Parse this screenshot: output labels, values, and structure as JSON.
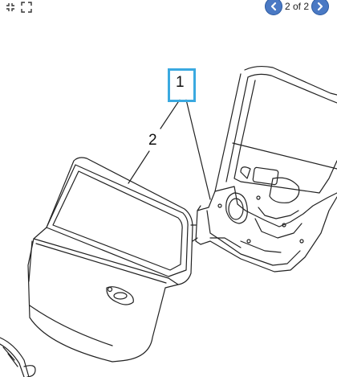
{
  "toolbar": {
    "collapse_icon": "collapse-icon",
    "fullscreen_icon": "fullscreen-icon"
  },
  "pager": {
    "label": "2 of 2",
    "prev_icon": "chevron-left-icon",
    "next_icon": "chevron-right-icon",
    "accent": "#4a79c4"
  },
  "diagram": {
    "callout_1": "1",
    "callout_2": "2",
    "highlight_color": "#3aa9e0"
  }
}
